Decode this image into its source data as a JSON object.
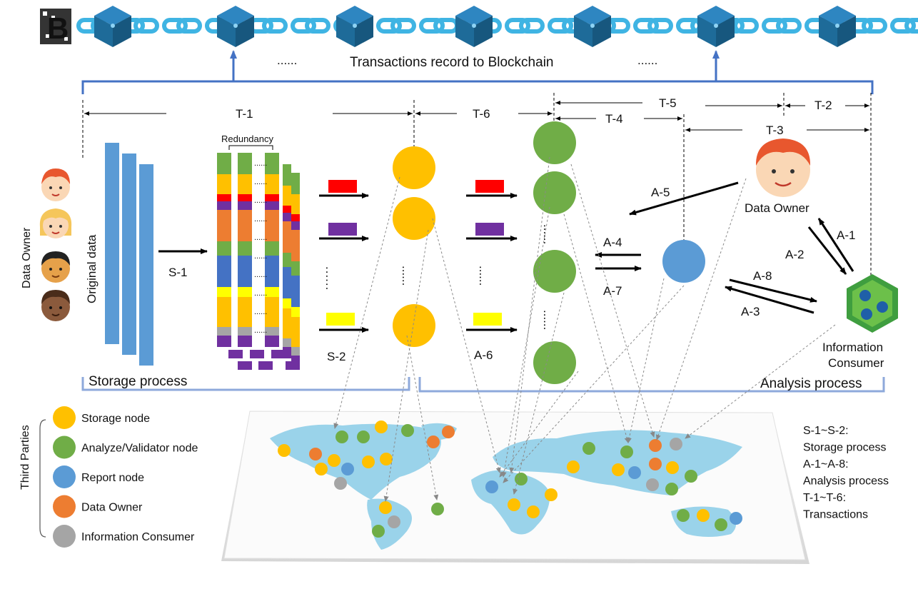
{
  "header": {
    "title": "Transactions record to Blockchain",
    "ellipsis": "......",
    "logo_letter": "B"
  },
  "left": {
    "data_owner_side": "Data Owner",
    "original_data": "Original data",
    "redundancy": "Redundancy"
  },
  "steps": {
    "s1": "S-1",
    "s2": "S-2",
    "t1": "T-1",
    "t2": "T-2",
    "t3": "T-3",
    "t4": "T-4",
    "t5": "T-5",
    "t6": "T-6",
    "a1": "A-1",
    "a2": "A-2",
    "a3": "A-3",
    "a4": "A-4",
    "a5": "A-5",
    "a6": "A-6",
    "a7": "A-7",
    "a8": "A-8"
  },
  "actors": {
    "data_owner": "Data Owner",
    "info_consumer_line1": "Information",
    "info_consumer_line2": "Consumer"
  },
  "process": {
    "storage": "Storage process",
    "analysis": "Analysis process"
  },
  "legend": {
    "group": "Third Parties",
    "items": [
      {
        "label": "Storage node",
        "color": "#FFC000"
      },
      {
        "label": "Analyze/Validator node",
        "color": "#70AD47"
      },
      {
        "label": "Report node",
        "color": "#5B9BD5"
      },
      {
        "label": "Data Owner",
        "color": "#ED7D31"
      },
      {
        "label": "Information Consumer",
        "color": "#A5A5A5"
      }
    ]
  },
  "notes": {
    "lines": [
      "S-1~S-2:",
      "Storage process",
      "A-1~A-8:",
      "Analysis process",
      "T-1~T-6:",
      "Transactions"
    ]
  },
  "colors": {
    "storage": "#FFC000",
    "analyze": "#70AD47",
    "report": "#5B9BD5",
    "owner": "#ED7D31",
    "consumer": "#A5A5A5",
    "block": "#1E6B99",
    "chain": "#3FB4E3",
    "frame": "#4472C4",
    "map": "#9AD3EA"
  }
}
